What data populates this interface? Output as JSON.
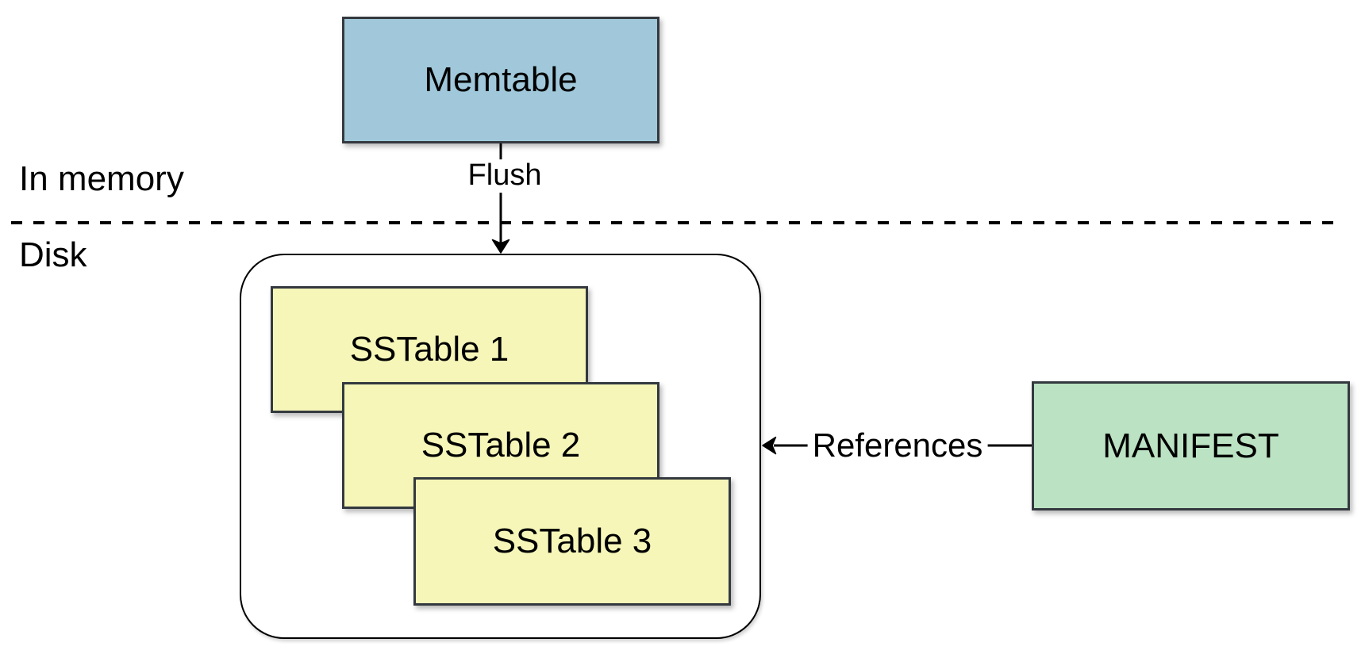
{
  "diagram": {
    "type": "architecture-diagram",
    "zone_labels": {
      "memory": "In memory",
      "disk": "Disk"
    },
    "nodes": {
      "memtable": {
        "label": "Memtable",
        "fill": "#A0C8DA"
      },
      "sstable_group": {
        "fill": "#F5F6B8",
        "items": [
          {
            "label": "SSTable 1"
          },
          {
            "label": "SSTable 2"
          },
          {
            "label": "SSTable 3"
          }
        ]
      },
      "manifest": {
        "label": "MANIFEST",
        "fill": "#BBE2C2"
      }
    },
    "edges": {
      "flush": {
        "label": "Flush",
        "from": "memtable",
        "to": "disk-container"
      },
      "references": {
        "label": "References",
        "from": "manifest",
        "to": "disk-container"
      }
    },
    "colors": {
      "node_border": "#33393E",
      "line": "#000000",
      "text": "#000000",
      "background": "#FFFFFF"
    }
  }
}
